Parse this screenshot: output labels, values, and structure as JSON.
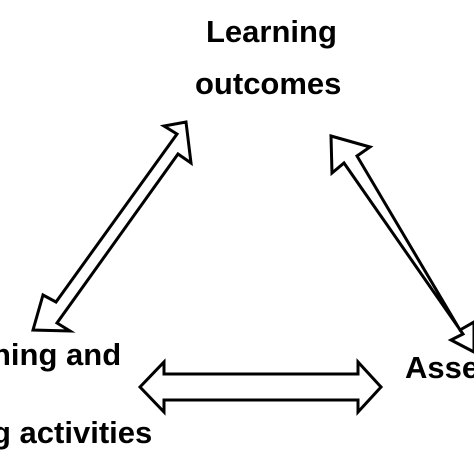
{
  "diagram": {
    "nodes": {
      "learning_outcomes": {
        "line1": "Learning",
        "line2": "outcomes"
      },
      "teaching_activities": {
        "line1": "ning and",
        "line2": "g activities"
      },
      "assessment": {
        "line1": "Asse"
      }
    },
    "edges": [
      {
        "from": "teaching_activities",
        "to": "learning_outcomes",
        "style": "double-headed hollow arrow"
      },
      {
        "from": "learning_outcomes",
        "to": "assessment",
        "style": "double-headed hollow arrow"
      },
      {
        "from": "teaching_activities",
        "to": "assessment",
        "style": "double-headed hollow arrow"
      }
    ],
    "colors": {
      "stroke": "#000000",
      "fill": "#ffffff",
      "text": "#000000"
    }
  }
}
